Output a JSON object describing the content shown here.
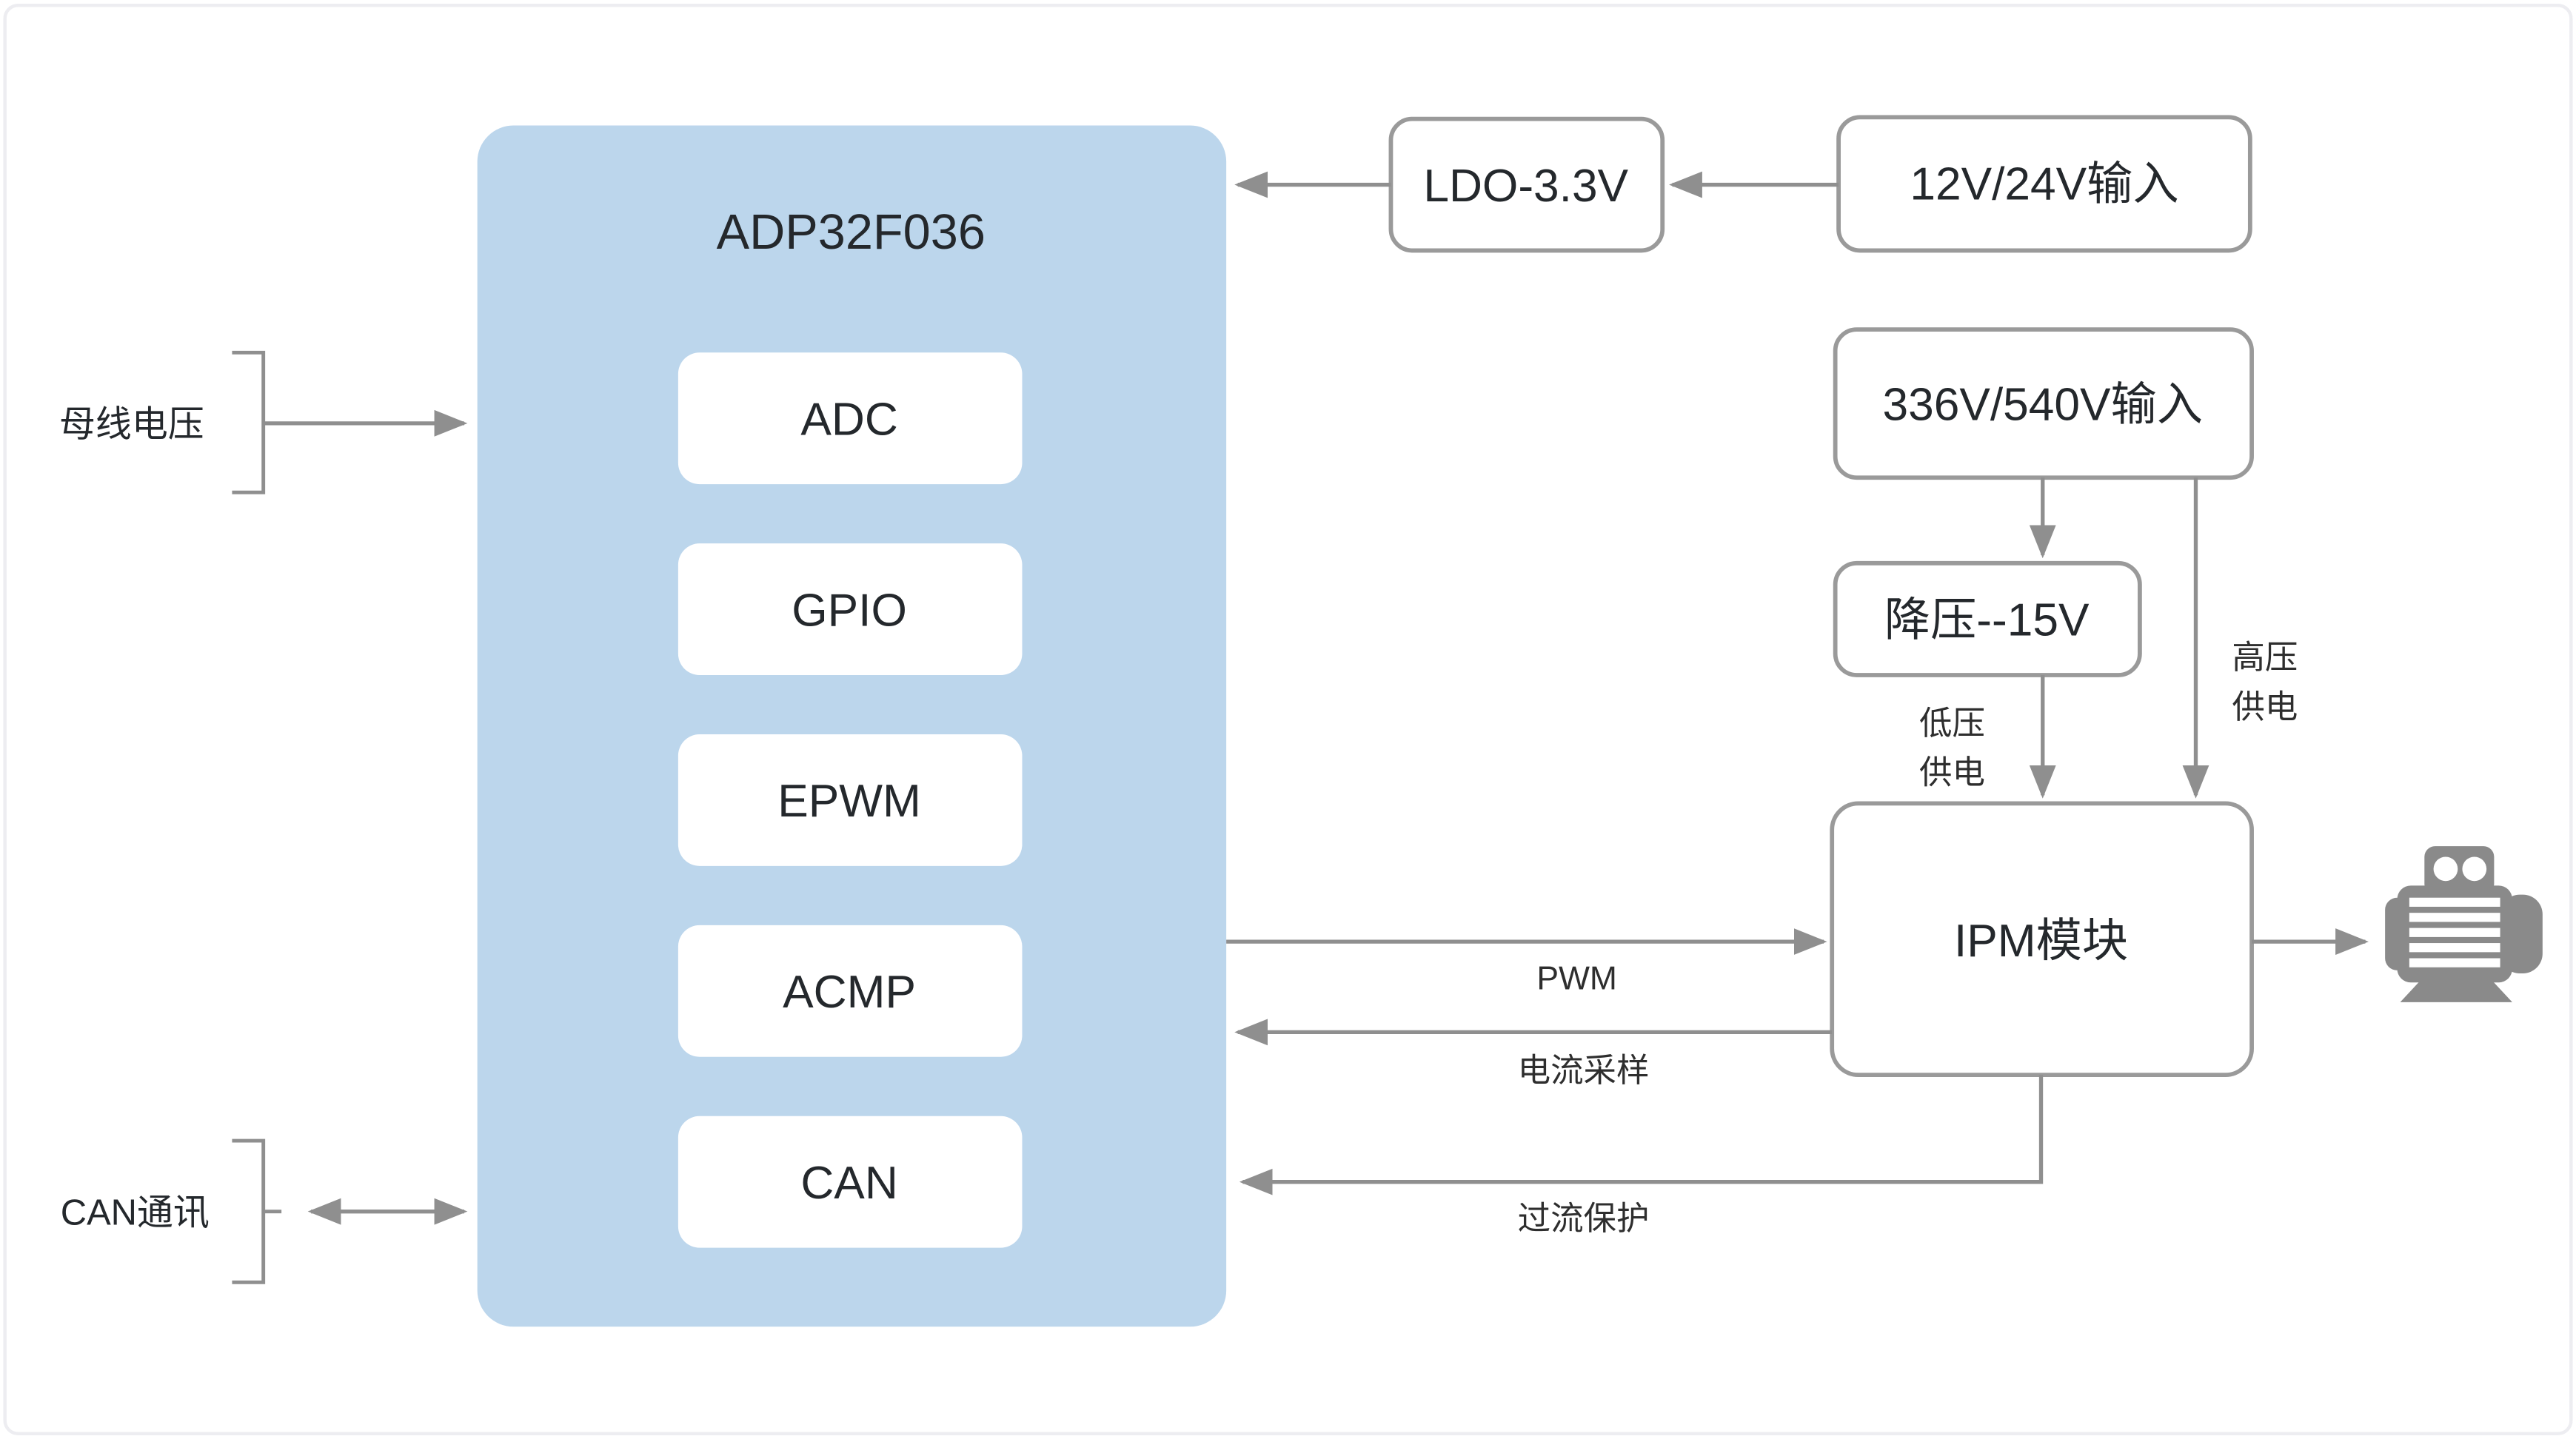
{
  "diagram": {
    "mcu": {
      "title": "ADP32F036",
      "peripherals": [
        {
          "label": "ADC"
        },
        {
          "label": "GPIO"
        },
        {
          "label": "EPWM"
        },
        {
          "label": "ACMP"
        },
        {
          "label": "CAN"
        }
      ]
    },
    "blocks": {
      "ldo": {
        "label": "LDO-3.3V"
      },
      "input_lv": {
        "label": "12V/24V输入"
      },
      "input_hv": {
        "label": "336V/540V输入"
      },
      "buck": {
        "label": "降压--15V"
      },
      "ipm": {
        "label": "IPM模块"
      }
    },
    "annotations": {
      "bus_voltage": "母线电压",
      "can_comm": "CAN通讯",
      "pwm": "PWM",
      "current_sampling": "电流采样",
      "overcurrent_protection": "过流保护",
      "hv_supply": [
        "高压",
        "供电"
      ],
      "lv_supply": [
        "低压",
        "供电"
      ]
    },
    "icons": {
      "motor": "motor-icon"
    },
    "colors": {
      "mcu_fill": "#BCD6EC",
      "box_border": "#9A9A9A",
      "line": "#8F8F8F",
      "text": "#24282C",
      "motor": "#8A8A8A"
    }
  }
}
